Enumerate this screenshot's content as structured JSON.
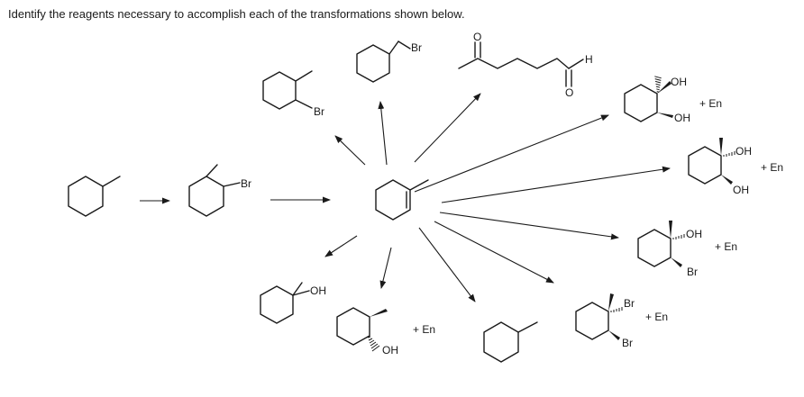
{
  "prompt": "Identify the reagents necessary to accomplish each of the transformations shown below.",
  "labels": {
    "br": "Br",
    "oh": "OH",
    "h": "H",
    "o": "O",
    "en": "+ En"
  }
}
